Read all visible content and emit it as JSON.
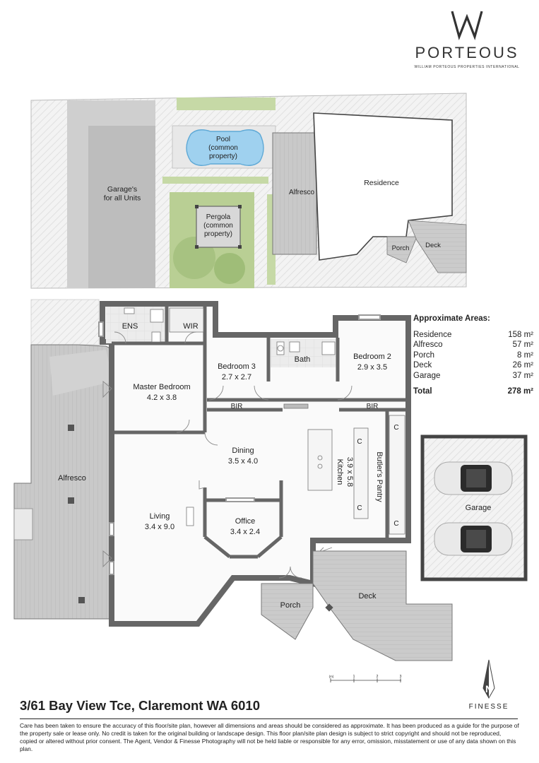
{
  "brand": {
    "name": "PORTEOUS",
    "tagline": "WILLIAM PORTEOUS PROPERTIES INTERNATIONAL"
  },
  "site": {
    "garages": "Garage's\nfor all Units",
    "pool": "Pool\n(common\nproperty)",
    "pergola": "Pergola\n(common\nproperty)",
    "alfresco": "Alfresco",
    "residence": "Residence",
    "porch": "Porch",
    "deck": "Deck"
  },
  "rooms": {
    "ens": "ENS",
    "wir": "WIR",
    "bath": "Bath",
    "master_name": "Master Bedroom",
    "master_dim": "4.2 x 3.8",
    "bed3_name": "Bedroom 3",
    "bed3_dim": "2.7 x 2.7",
    "bed2_name": "Bedroom 2",
    "bed2_dim": "2.9 x 3.5",
    "bir": "BIR",
    "dining_name": "Dining",
    "dining_dim": "3.5 x 4.0",
    "kitchen_name": "Kitchen",
    "kitchen_dim": "3.9 x 5.8",
    "butlers": "Butler's Pantry",
    "c": "C",
    "living_name": "Living",
    "living_dim": "3.4 x 9.0",
    "office_name": "Office",
    "office_dim": "3.4 x 2.4",
    "alfresco": "Alfresco",
    "porch": "Porch",
    "deck": "Deck",
    "garage": "Garage"
  },
  "areas": {
    "heading": "Approximate Areas:",
    "rows": [
      {
        "label": "Residence",
        "value": "158 m²"
      },
      {
        "label": "Alfresco",
        "value": "57 m²"
      },
      {
        "label": "Porch",
        "value": "8 m²"
      },
      {
        "label": "Deck",
        "value": "26 m²"
      },
      {
        "label": "Garage",
        "value": "37 m²"
      }
    ],
    "total_label": "Total",
    "total_value": "278 m²"
  },
  "scale": {
    "unit": "(m)",
    "ticks": [
      "1",
      "2",
      "3"
    ]
  },
  "compass": {
    "north": "N"
  },
  "photographer": "FINESSE",
  "address": "3/61 Bay View Tce, Claremont WA 6010",
  "disclaimer": "Care has been taken to ensure the accuracy of this floor/site plan, however all dimensions and areas should be considered as approximate. It has been produced as a guide for the purpose of the property sale or lease only. No credit is taken for the original building or landscape design. This floor plan/site plan design is subject to strict copyright and should not be reproduced, copied or altered without prior consent. The Agent, Vendor & Finesse Photography will not be held liable or responsible for any error, omission, misstatement or use of any data shown on this plan."
}
